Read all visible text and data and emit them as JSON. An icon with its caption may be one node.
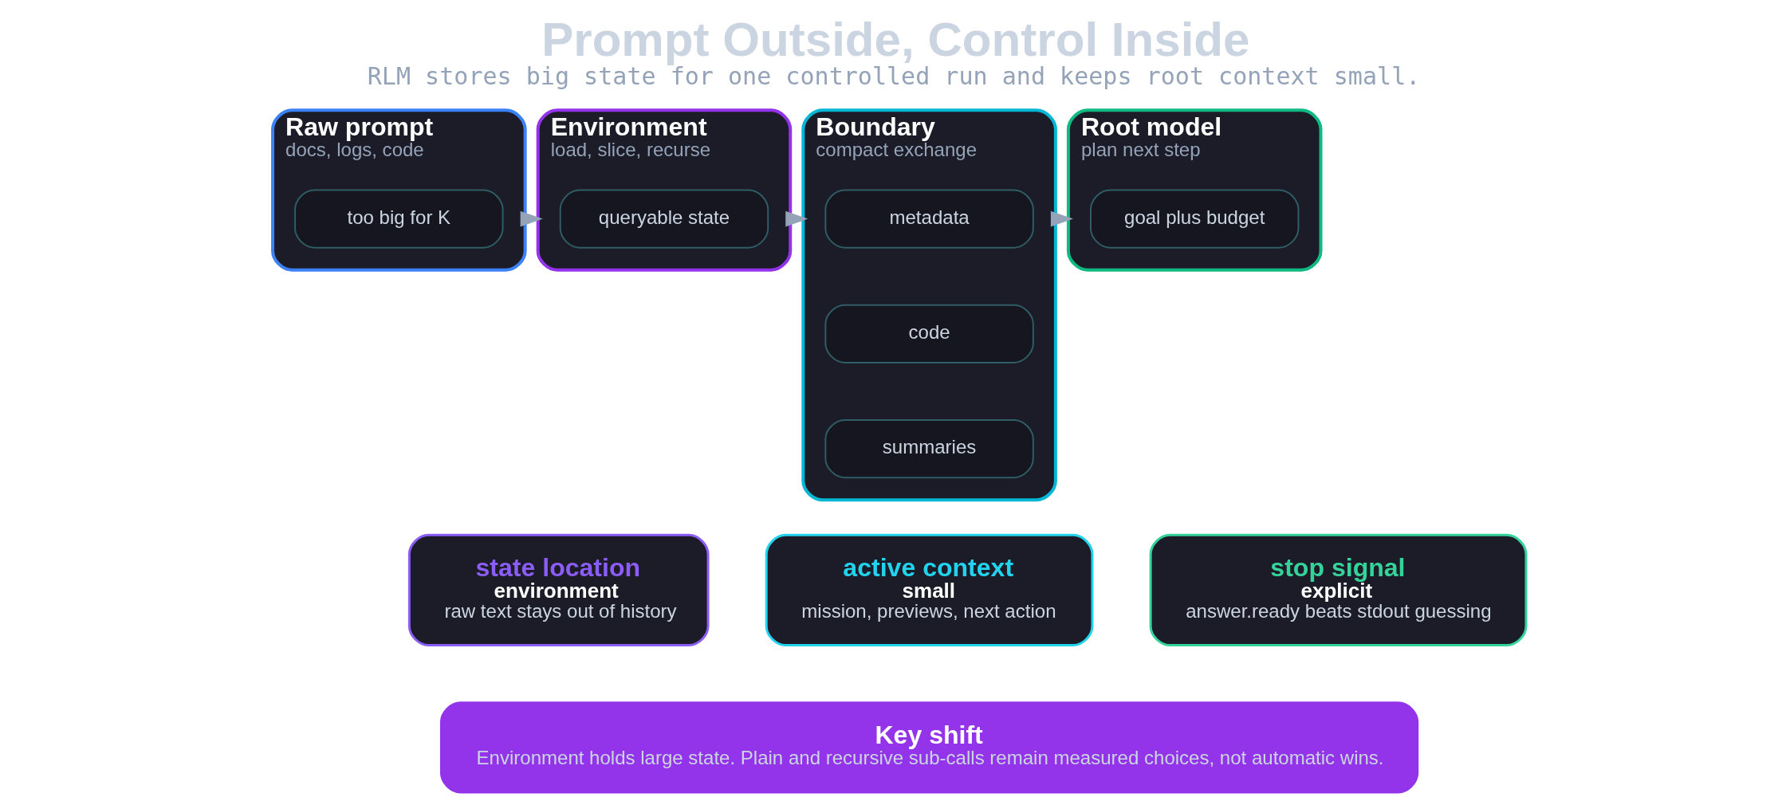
{
  "diagram": {
    "title": "Prompt Outside, Control Inside",
    "caption": "RLM stores big state for one controlled run and keeps root context small.",
    "nodes": [
      {
        "text": [
          "Raw prompt",
          "docs, logs, code"
        ]
      },
      {
        "text": [
          "too big for K"
        ],
        "in": 0
      },
      {
        "text": [
          "Environment",
          "load, slice, recurse"
        ]
      },
      {
        "text": [
          "queryable state"
        ],
        "in": 2
      },
      {
        "text": [
          "Boundary",
          "compact exchange"
        ]
      },
      {
        "text": [
          "metadata"
        ],
        "in": 4
      },
      {
        "text": [
          "code"
        ],
        "in": 4
      },
      {
        "text": [
          "summaries"
        ],
        "in": 4
      },
      {
        "text": [
          "Root model",
          "plan next step"
        ]
      },
      {
        "text": [
          "goal plus budget"
        ],
        "in": 8
      },
      {
        "text": [
          "state location",
          "environment",
          "raw text stays out of history"
        ]
      },
      {
        "text": [
          "active context",
          "small",
          "mission, previews, next action"
        ]
      },
      {
        "text": [
          "stop signal",
          "explicit",
          "answer.ready beats stdout guessing"
        ]
      },
      {
        "text": [
          "Key shift",
          "Environment holds large state. Plain and recursive sub-calls remain measured choices, not automatic wins."
        ]
      }
    ],
    "edges": [
      {
        "from": 0,
        "to": 2,
        "arrow": "to"
      },
      {
        "from": 2,
        "to": 4,
        "arrow": "to"
      },
      {
        "from": 4,
        "to": 8,
        "arrow": "to"
      }
    ]
  }
}
